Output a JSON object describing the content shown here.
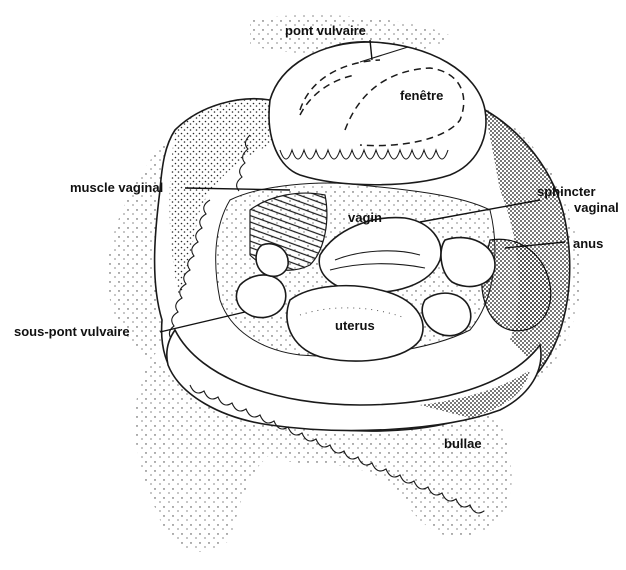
{
  "labels": {
    "pont_vulvaire": "pont vulvaire",
    "fenetre": "fenêtre",
    "muscle_vaginal": "muscle vaginal",
    "vagin": "vagin",
    "sphincter_line1": "sphincter",
    "sphincter_line2": "vaginal",
    "anus": "anus",
    "sous_pont_vulvaire": "sous-pont vulvaire",
    "uterus": "uterus",
    "bullae": "bullae"
  },
  "colors": {
    "ink": "#111111",
    "background": "#ffffff",
    "stipple": "#3a3a3a"
  }
}
